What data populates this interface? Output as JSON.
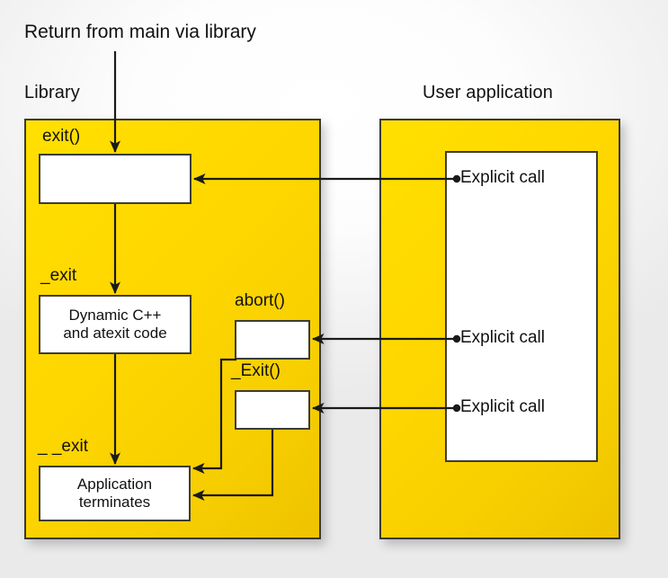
{
  "diagram": {
    "title": "Return from main via library",
    "panels": [
      {
        "key": "library",
        "label": "Library"
      },
      {
        "key": "user_application",
        "label": "User application"
      }
    ],
    "library_nodes": [
      {
        "key": "exit",
        "caption": "exit()",
        "body_lines": []
      },
      {
        "key": "dynamic",
        "caption": "_exit",
        "body_lines": [
          "Dynamic C++",
          "and atexit code"
        ]
      },
      {
        "key": "abort",
        "caption": "abort()",
        "body_lines": []
      },
      {
        "key": "bigexit",
        "caption": "_Exit()",
        "body_lines": []
      },
      {
        "key": "terminates",
        "caption": "_ _exit",
        "body_lines": [
          "Application",
          "terminates"
        ]
      }
    ],
    "captions": {
      "exit": "exit()",
      "underscore_exit": "_exit",
      "abort": "abort()",
      "big_exit": "_Exit()",
      "double_underscore_exit": "_ _exit"
    },
    "node_text": {
      "dynamic_line1": "Dynamic C++",
      "dynamic_line2": "and atexit code",
      "terminates_line1": "Application",
      "terminates_line2": "terminates"
    },
    "user_calls": [
      {
        "key": "call-exit",
        "label": "Explicit call"
      },
      {
        "key": "call-abort",
        "label": "Explicit call"
      },
      {
        "key": "call-_Exit",
        "label": "Explicit call"
      }
    ],
    "colors": {
      "panel_fill": "#FFD700",
      "panel_border": "#3A3A33",
      "node_fill": "#FFFFFF",
      "node_border": "#3C3C36",
      "arrow": "#1A1A1A",
      "text": "#111111",
      "background": "#F4F4F4"
    },
    "icons": {
      "flow_arrow": "arrow-icon",
      "call_origin": "dot-icon"
    }
  }
}
